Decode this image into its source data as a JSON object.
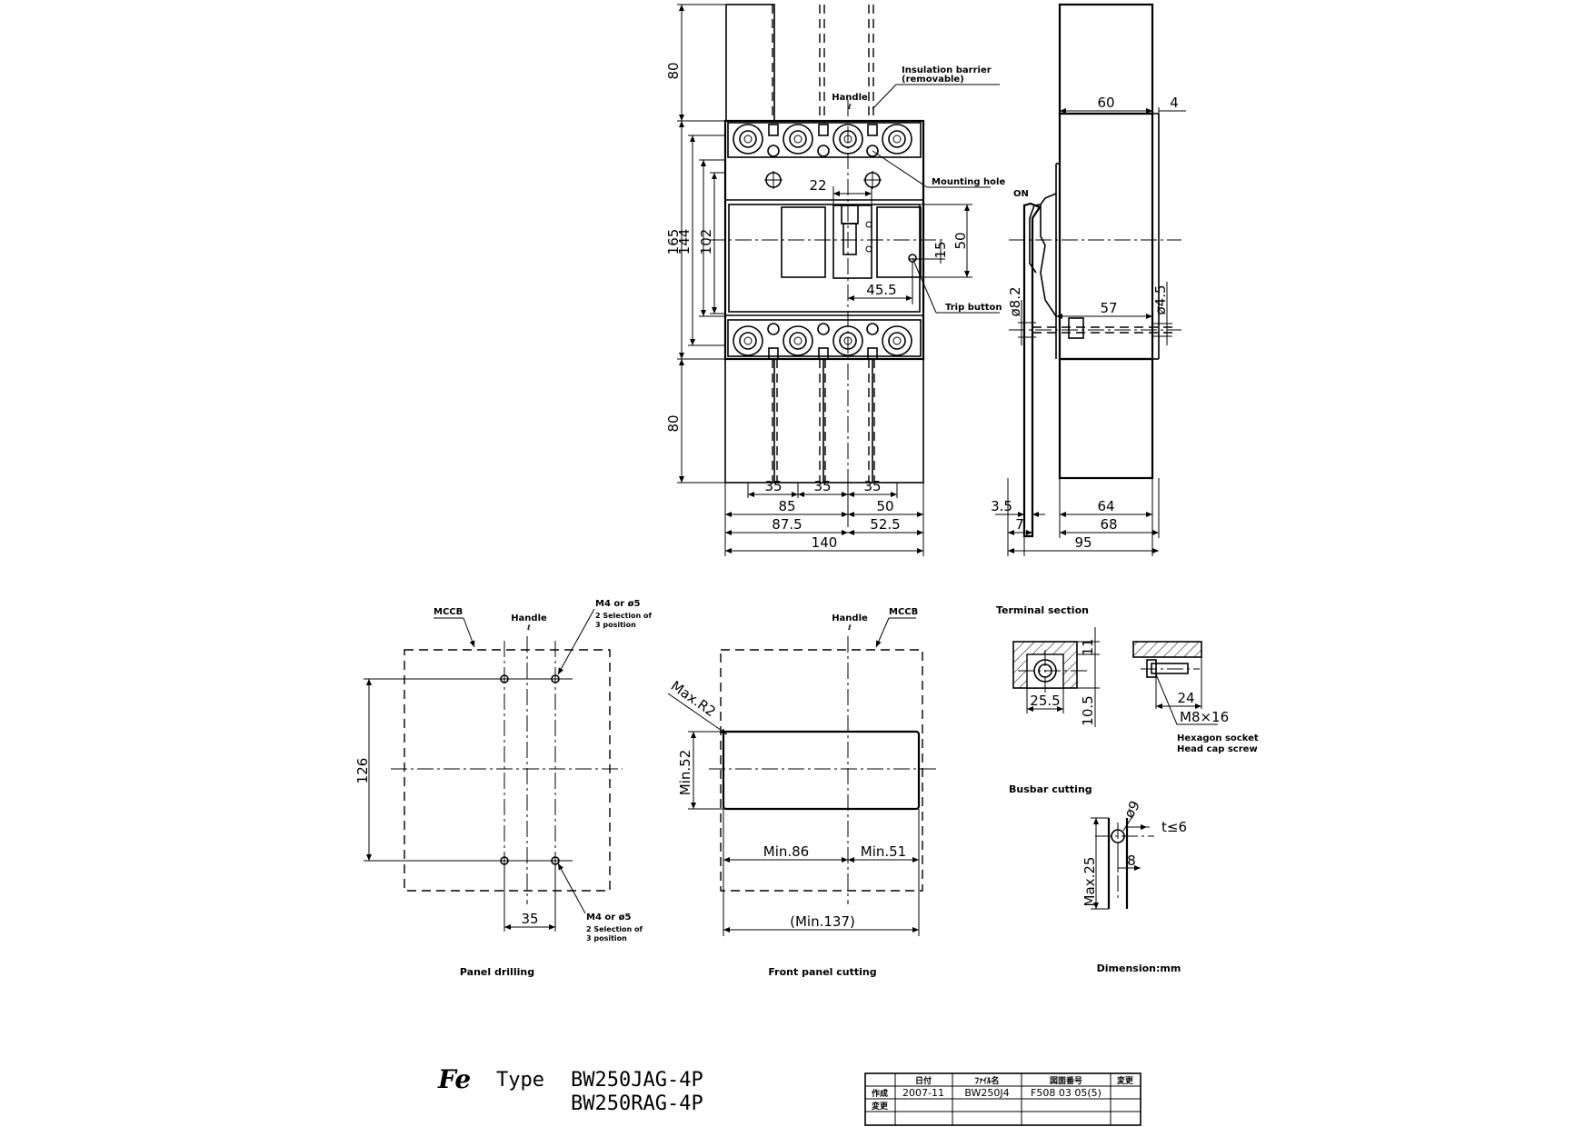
{
  "front_view": {
    "dim_top_ext": "80",
    "dim_bottom_ext": "80",
    "dim_165": "165",
    "dim_144": "144",
    "dim_102": "102",
    "dim_22": "22",
    "dim_50": "50",
    "dim_15": "15",
    "dim_45_5": "45.5",
    "dim_35_a": "35",
    "dim_35_b": "35",
    "dim_35_c": "35",
    "dim_85": "85",
    "dim_50_b": "50",
    "dim_87_5": "87.5",
    "dim_52_5": "52.5",
    "dim_140": "140",
    "label_handle": "Handle",
    "label_cl": "ℓ",
    "label_insulation_1": "Insulation barrier",
    "label_insulation_2": "(removable)",
    "label_mounting_hole": "Mounting hole",
    "label_trip_button": "Trip button"
  },
  "side_view": {
    "label_on": "ON",
    "dim_60": "60",
    "dim_4": "4",
    "dim_phi8_2": "ø8.2",
    "dim_57": "57",
    "dim_phi4_5": "ø4.5",
    "dim_3_5": "3.5",
    "dim_64": "64",
    "dim_7": "7",
    "dim_68": "68",
    "dim_95": "95"
  },
  "panel_drilling": {
    "label_mccb": "MCCB",
    "label_handle": "Handle",
    "label_cl": "ℓ",
    "label_m4_1": "M4 or ø5",
    "label_sel_1a": "2 Selection of",
    "label_sel_1b": "3 position",
    "label_m4_2": "M4 or ø5",
    "label_sel_2a": "2 Selection of",
    "label_sel_2b": "3 position",
    "dim_126": "126",
    "dim_35": "35",
    "caption": "Panel drilling"
  },
  "front_panel_cutting": {
    "label_handle": "Handle",
    "label_cl": "ℓ",
    "label_mccb": "MCCB",
    "dim_maxr2": "Max.R2",
    "dim_min52": "Min.52",
    "dim_min86": "Min.86",
    "dim_min51": "Min.51",
    "dim_min137": "(Min.137)",
    "caption": "Front panel cutting"
  },
  "terminal_section": {
    "title": "Terminal section",
    "dim_11": "11",
    "dim_25_5": "25.5",
    "dim_10_5": "10.5",
    "dim_24": "24",
    "dim_m8x16": "M8×16",
    "label_screw_1": "Hexagon socket",
    "label_screw_2": "Head cap screw"
  },
  "busbar_cutting": {
    "title": "Busbar cutting",
    "dim_phi9": "ø9",
    "dim_t6": "t≤6",
    "dim_8": "8",
    "dim_max25": "Max.25"
  },
  "units_caption": "Dimension:mm",
  "title_block": {
    "logo": "Fe",
    "type_label": "Type",
    "model_1": "BW250JAG-4P",
    "model_2": "BW250RAG-4P"
  },
  "revision_table": {
    "headers": [
      "",
      "日付",
      "ﾌｧｲﾙ名",
      "図面番号",
      "変更"
    ],
    "rows": [
      [
        "作成",
        "2007-11",
        "BW250J4",
        "F508 03 05(5)",
        ""
      ],
      [
        "変更",
        "",
        "",
        "",
        ""
      ],
      [
        "",
        "",
        "",
        "",
        ""
      ]
    ]
  }
}
